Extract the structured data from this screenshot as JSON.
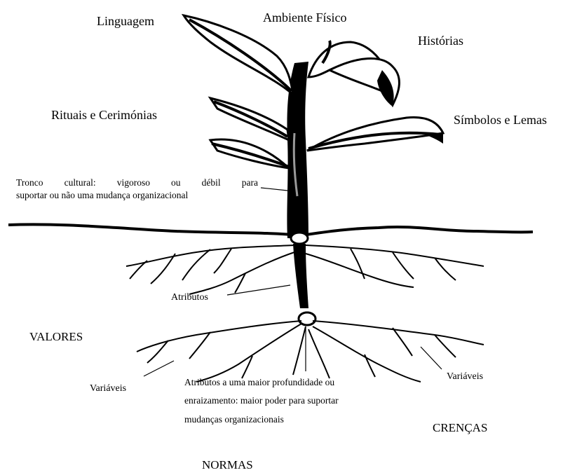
{
  "labels": {
    "linguagem": "Linguagem",
    "ambiente_fisico": "Ambiente Físico",
    "historias": "Histórias",
    "rituais": "Rituais e Cerimónias",
    "simbolos": "Símbolos e Lemas",
    "tronco_line1": "Tronco cultural: vigoroso ou débil para",
    "tronco_line2": "suportar ou não uma mudança organizacional",
    "atributos": "Atributos",
    "valores": "VALORES",
    "variaveis_left": "Variáveis",
    "variaveis_right": "Variáveis",
    "profundidade_line1": "Atributos a uma maior profundidade ou",
    "profundidade_line2": "enraizamento: maior poder para suportar",
    "profundidade_line3": "mudanças organizacionais",
    "crencas": "CRENÇAS",
    "normas": "NORMAS"
  }
}
